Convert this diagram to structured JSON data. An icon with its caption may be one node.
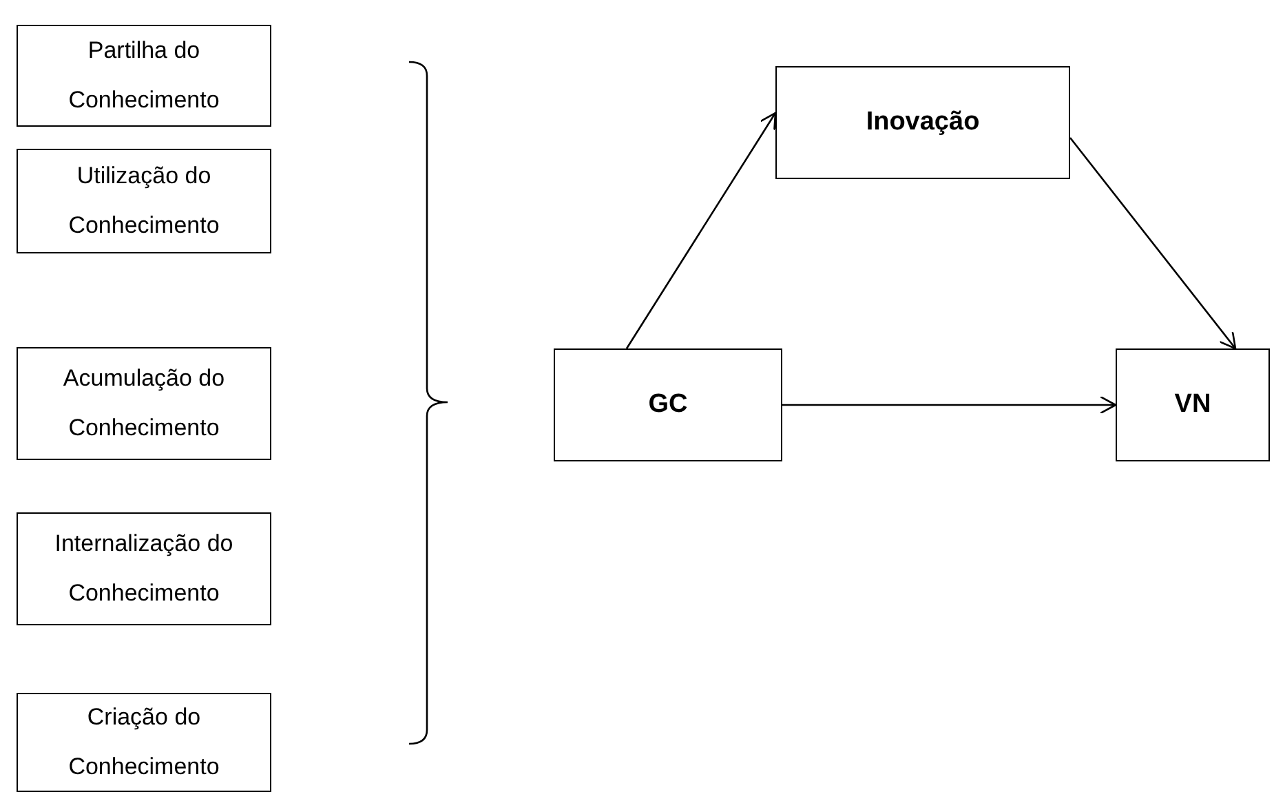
{
  "diagram": {
    "nodes": [
      {
        "text": [
          "Partilha do Conhecimento"
        ]
      },
      {
        "text": [
          "Utilização do Conhecimento"
        ]
      },
      {
        "text": [
          "Acumulação do Conhecimento"
        ]
      },
      {
        "text": [
          "Internalização do Conhecimento"
        ]
      },
      {
        "text": [
          "Criação do Conhecimento"
        ]
      },
      {
        "text": [
          "GC"
        ]
      },
      {
        "text": [
          "Inovação"
        ]
      },
      {
        "text": [
          "VN"
        ]
      }
    ],
    "edges": [
      {
        "from": 5,
        "to": 6,
        "arrow": "to"
      },
      {
        "from": 6,
        "to": 7,
        "arrow": "to"
      },
      {
        "from": 5,
        "to": 7,
        "arrow": "to"
      }
    ]
  }
}
